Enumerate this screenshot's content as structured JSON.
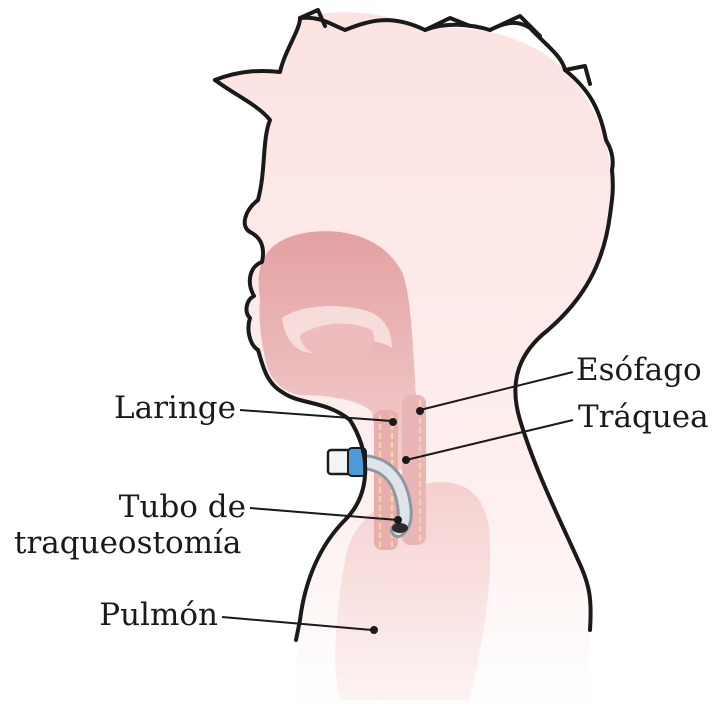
{
  "labels": {
    "laringe": "Laringe",
    "tubo_line1": "Tubo de",
    "tubo_line2": "traqueostomía",
    "pulmon": "Pulmón",
    "esofago": "Esófago",
    "traquea": "Tráquea"
  },
  "colors": {
    "outline": "#1a1a1a",
    "skin": "#fdeceb",
    "head_fill": "#fbe2e0",
    "airway": "#e6a6a6",
    "airway_dark": "#d48f90",
    "trachea_stripe": "#f3d3a8",
    "tube_blue": "#4a9bd8",
    "tube_grey": "#9aa3ad",
    "lung": "#f7d9d9"
  }
}
